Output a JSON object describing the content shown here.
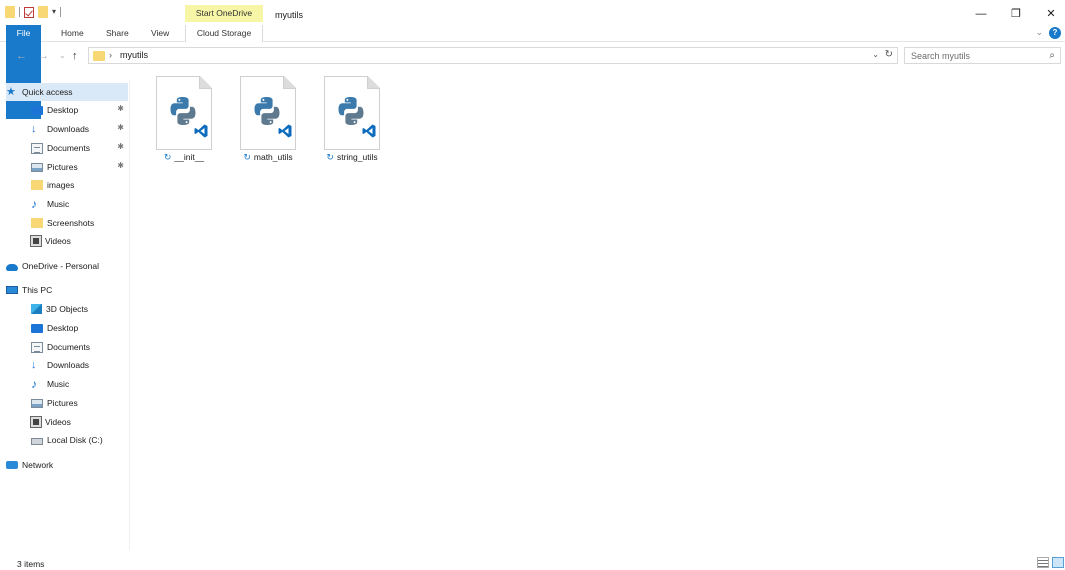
{
  "window": {
    "title": "myutils",
    "tools_tab": "Start OneDrive",
    "controls": {
      "minimize": "—",
      "maximize": "❐",
      "close": "✕"
    }
  },
  "ribbon": {
    "tabs": [
      "File",
      "Home",
      "Share",
      "View",
      "Cloud Storage"
    ],
    "expand": "⌄",
    "help": "?"
  },
  "nav": {
    "back": "←",
    "forward": "→",
    "recent": "⌄",
    "up": "↑",
    "path_sep": "›",
    "path": "myutils",
    "address_drop": "⌄",
    "refresh": "↻",
    "search_placeholder": "Search myutils",
    "search_icon": "⌕"
  },
  "sidebar": {
    "quick_access": "Quick access",
    "quick_items": [
      {
        "label": "Desktop",
        "icon": "desktop-icon",
        "pinned": true
      },
      {
        "label": "Downloads",
        "icon": "downloads-icon",
        "pinned": true
      },
      {
        "label": "Documents",
        "icon": "documents-icon",
        "pinned": true
      },
      {
        "label": "Pictures",
        "icon": "pictures-icon",
        "pinned": true
      },
      {
        "label": "images",
        "icon": "folder-icon",
        "pinned": false
      },
      {
        "label": "Music",
        "icon": "music-icon",
        "pinned": false
      },
      {
        "label": "Screenshots",
        "icon": "folder-icon",
        "pinned": false
      },
      {
        "label": "Videos",
        "icon": "videos-icon",
        "pinned": false
      }
    ],
    "onedrive": "OneDrive - Personal",
    "this_pc": "This PC",
    "pc_items": [
      {
        "label": "3D Objects",
        "icon": "3d-objects-icon"
      },
      {
        "label": "Desktop",
        "icon": "desktop-icon"
      },
      {
        "label": "Documents",
        "icon": "documents-icon"
      },
      {
        "label": "Downloads",
        "icon": "downloads-icon"
      },
      {
        "label": "Music",
        "icon": "music-icon"
      },
      {
        "label": "Pictures",
        "icon": "pictures-icon"
      },
      {
        "label": "Videos",
        "icon": "videos-icon"
      },
      {
        "label": "Local Disk (C:)",
        "icon": "local-disk-icon"
      }
    ],
    "network": "Network",
    "pin_glyph": "✱"
  },
  "files": [
    {
      "name": "__init__",
      "icon": "python-file-icon",
      "sync": "↻"
    },
    {
      "name": "math_utils",
      "icon": "python-file-icon",
      "sync": "↻"
    },
    {
      "name": "string_utils",
      "icon": "python-file-icon",
      "sync": "↻"
    }
  ],
  "status": {
    "item_count": "3 items"
  },
  "colors": {
    "accent": "#1979ca",
    "tools_tab": "#f7f6a6",
    "selection": "#d9e9f7",
    "python_blue": "#3c7aab",
    "python_gray": "#5f7a8f"
  }
}
